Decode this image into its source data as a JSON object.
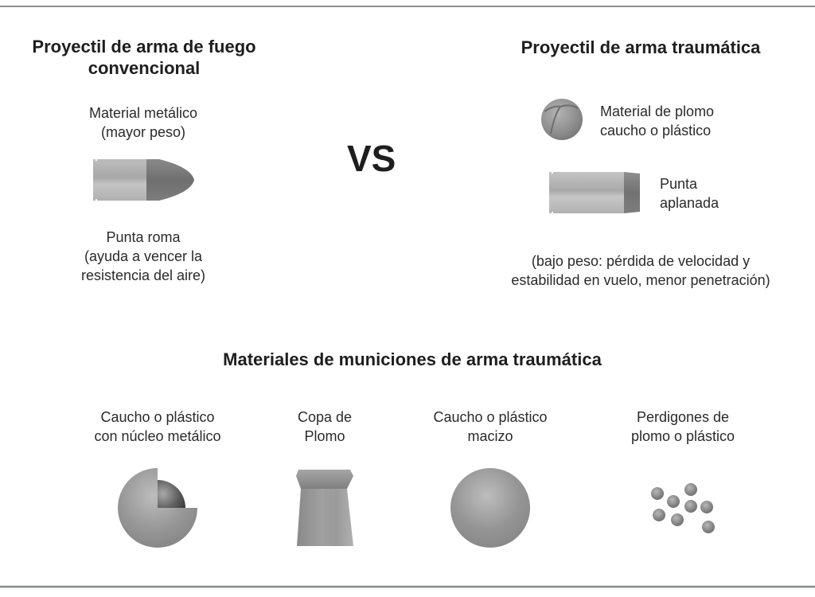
{
  "left_panel": {
    "title_line1": "Proyectil de arma de fuego",
    "title_line2": "convencional",
    "material_line1": "Material metálico",
    "material_line2": "(mayor peso)",
    "tip_line1": "Punta roma",
    "tip_line2": "(ayuda a vencer la",
    "tip_line3": "resistencia del aire)",
    "icon": "pointed-bullet-icon"
  },
  "versus": {
    "label": "VS"
  },
  "right_panel": {
    "title": "Proyectil de arma traumática",
    "material_line1": "Material de plomo",
    "material_line2": "caucho o plástico",
    "tip_line1": "Punta",
    "tip_line2": "aplanada",
    "note_line1": "(bajo peso: pérdida de velocidad y",
    "note_line2": "estabilidad en vuelo, menor penetración)",
    "icons": [
      "ball-projectile-icon",
      "flat-tip-bullet-icon"
    ]
  },
  "materials_section": {
    "title": "Materiales de municiones de arma traumática",
    "items": [
      {
        "line1": "Caucho o plástico",
        "line2": "con núcleo metálico",
        "icon": "cutaway-sphere-core-icon"
      },
      {
        "line1": "Copa de",
        "line2": "Plomo",
        "icon": "lead-cup-pellet-icon"
      },
      {
        "line1": "Caucho o plástico",
        "line2": "macizo",
        "icon": "solid-sphere-icon"
      },
      {
        "line1": "Perdigones de",
        "line2": "plomo o plástico",
        "icon": "shot-pellets-icon"
      }
    ]
  },
  "colors": {
    "text": "#1e1e1e",
    "metal_light": "#c2c2c2",
    "metal_mid": "#9a9a9a",
    "metal_dark": "#6e6e6e",
    "rule": "#8a8f91"
  }
}
